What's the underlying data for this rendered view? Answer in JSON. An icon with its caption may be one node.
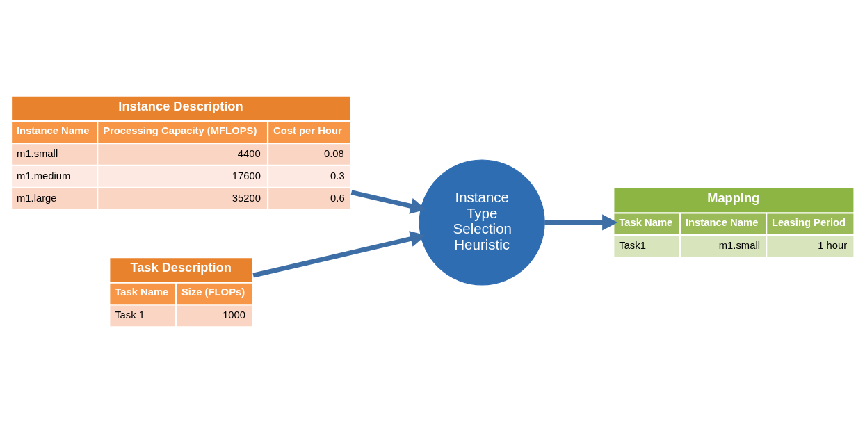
{
  "diagram": {
    "nodes": [
      {
        "text": [
          "Instance Description",
          "Instance Name",
          "Processing Capacity (MFLOPS)",
          "Cost per Hour",
          "m1.small",
          "4400",
          "0.08",
          "m1.medium",
          "17600",
          "0.3",
          "m1.large",
          "35200",
          "0.6"
        ]
      },
      {
        "text": [
          "Task Description",
          "Task Name",
          "Size (FLOPs)",
          "Task 1",
          "1000"
        ]
      },
      {
        "text": [
          "Instance Type Selection Heuristic"
        ]
      },
      {
        "text": [
          "Mapping",
          "Task Name",
          "Instance Name",
          "Leasing Period",
          "Task1",
          "m1.small",
          "1 hour"
        ]
      }
    ],
    "edges": [
      {
        "from": 0,
        "to": 2,
        "arrow": "to"
      },
      {
        "from": 1,
        "to": 2,
        "arrow": "to"
      },
      {
        "from": 2,
        "to": 3,
        "arrow": "to"
      }
    ]
  }
}
